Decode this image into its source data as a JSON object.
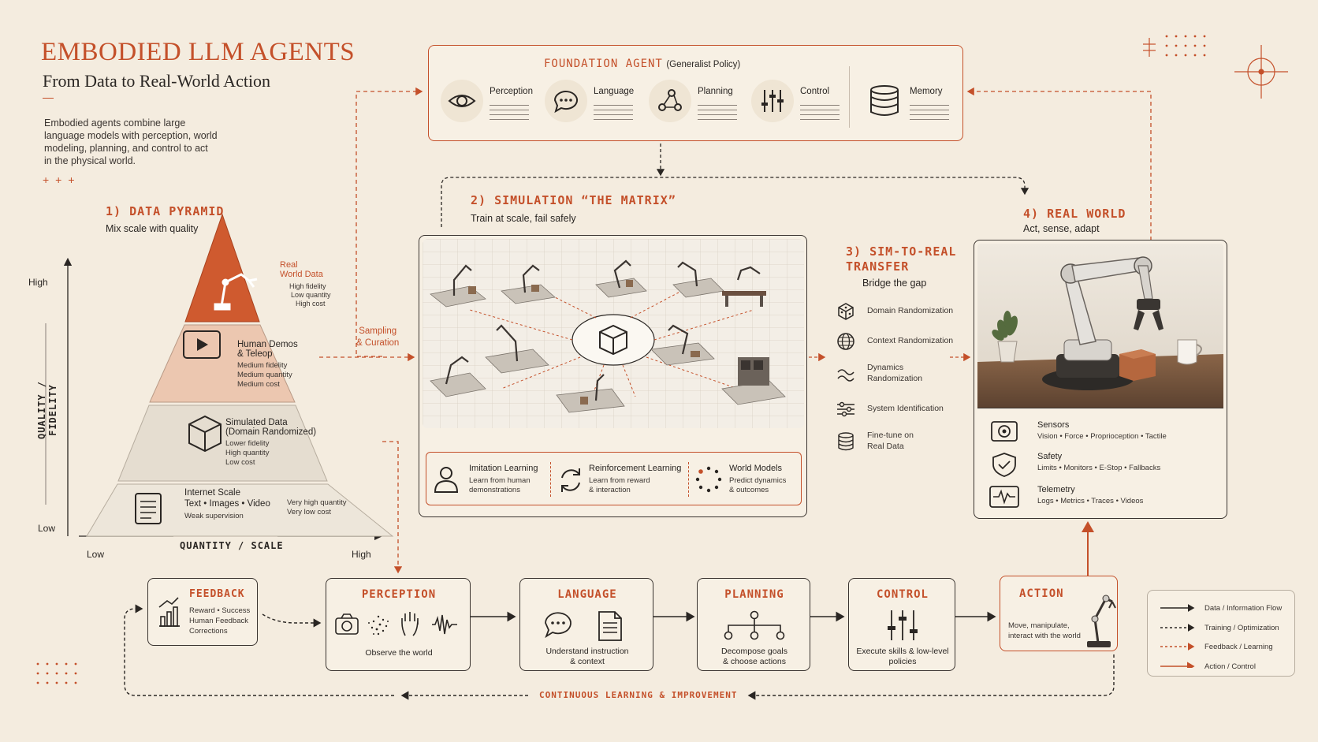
{
  "header": {
    "title": "EMBODIED LLM AGENTS",
    "subtitle": "From Data to Real-World Action",
    "intro": "Embodied agents combine large language models with perception, world modeling, planning, and control to act in the physical world."
  },
  "foundation": {
    "title": "FOUNDATION AGENT",
    "subtitle": "(Generalist Policy)",
    "modules": [
      "Perception",
      "Language",
      "Planning",
      "Control",
      "Memory"
    ]
  },
  "pyramid": {
    "heading": "1) DATA PYRAMID",
    "sub": "Mix scale with quality",
    "y_axis": "QUALITY / FIDELITY",
    "y_high": "High",
    "y_low": "Low",
    "x_axis": "QUANTITY / SCALE",
    "x_low": "Low",
    "x_high": "High",
    "tiers": [
      {
        "name1": "Real",
        "name2": "World Data",
        "d1": "High fidelity",
        "d2": "Low quantity",
        "d3": "High cost"
      },
      {
        "name1": "Human Demos",
        "name2": "& Teleop",
        "d1": "Medium fidelity",
        "d2": "Medium quantity",
        "d3": "Medium cost"
      },
      {
        "name1": "Simulated Data",
        "name2": "(Domain Randomized)",
        "d1": "Lower fidelity",
        "d2": "High quantity",
        "d3": "Low cost"
      },
      {
        "name1": "Internet Scale",
        "name2": "Text • Images • Video",
        "d1": "Weak supervision",
        "d2": "Very high quantity",
        "d3": "Very low cost"
      }
    ]
  },
  "sampling": {
    "line1": "Sampling",
    "line2": "& Curation"
  },
  "simulation": {
    "heading": "2) SIMULATION “THE MATRIX”",
    "sub": "Train at scale, fail safely",
    "methods": [
      {
        "title": "Imitation Learning",
        "d1": "Learn from human",
        "d2": "demonstrations"
      },
      {
        "title": "Reinforcement Learning",
        "d1": "Learn from reward",
        "d2": "& interaction"
      },
      {
        "title": "World Models",
        "d1": "Predict dynamics",
        "d2": "& outcomes"
      }
    ]
  },
  "transfer": {
    "heading1": "3) SIM-TO-REAL",
    "heading2": "TRANSFER",
    "sub": "Bridge the gap",
    "items": [
      {
        "l1": "Domain Randomization",
        "l2": ""
      },
      {
        "l1": "Context Randomization",
        "l2": ""
      },
      {
        "l1": "Dynamics",
        "l2": "Randomization"
      },
      {
        "l1": "System Identification",
        "l2": ""
      },
      {
        "l1": "Fine-tune on",
        "l2": "Real Data"
      }
    ]
  },
  "real_world": {
    "heading": "4) REAL WORLD",
    "sub": "Act, sense, adapt",
    "items": [
      {
        "title": "Sensors",
        "desc": "Vision • Force • Proprioception • Tactile"
      },
      {
        "title": "Safety",
        "desc": "Limits • Monitors • E-Stop • Fallbacks"
      },
      {
        "title": "Telemetry",
        "desc": "Logs • Metrics • Traces • Videos"
      }
    ]
  },
  "loop": {
    "feedback": {
      "title": "FEEDBACK",
      "d1": "Reward • Success",
      "d2": "Human Feedback",
      "d3": "Corrections"
    },
    "steps": [
      {
        "title": "PERCEPTION",
        "d1": "Observe the world",
        "d2": ""
      },
      {
        "title": "LANGUAGE",
        "d1": "Understand instruction",
        "d2": "& context"
      },
      {
        "title": "PLANNING",
        "d1": "Decompose goals",
        "d2": "& choose actions"
      },
      {
        "title": "CONTROL",
        "d1": "Execute skills & low-level",
        "d2": "policies"
      }
    ],
    "action": {
      "title": "ACTION",
      "d1": "Move, manipulate,",
      "d2": "interact with the world"
    },
    "continuous": "CONTINUOUS LEARNING & IMPROVEMENT"
  },
  "legend": {
    "items": [
      "Data / Information Flow",
      "Training / Optimization",
      "Feedback / Learning",
      "Action / Control"
    ]
  },
  "colors": {
    "accent": "#c4502a",
    "ink": "#2a2623",
    "paper": "#f4ecdf"
  }
}
